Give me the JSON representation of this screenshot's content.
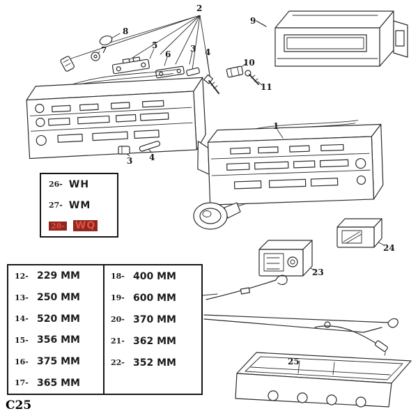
{
  "page": {
    "code": "C25"
  },
  "colors": {
    "line": "#2a2a2a",
    "highlight_bg": "#8f261f",
    "highlight_text": "#e05243"
  },
  "callouts": {
    "c1": "1",
    "c2": "2",
    "c3_top": "3",
    "c3_mid": "3",
    "c4_top": "4",
    "c4_mid": "4",
    "c5": "5",
    "c6": "6",
    "c7": "7",
    "c8": "8",
    "c9": "9",
    "c10": "10",
    "c11": "11",
    "c23": "23",
    "c24": "24",
    "c25": "25"
  },
  "code_table": {
    "rows": [
      {
        "num": "26-",
        "code": "WH"
      },
      {
        "num": "27-",
        "code": "WM"
      },
      {
        "num": "28-",
        "code": "WQ"
      }
    ]
  },
  "measure_table": {
    "left": [
      {
        "num": "12-",
        "value": "229 MM"
      },
      {
        "num": "13-",
        "value": "250 MM"
      },
      {
        "num": "14-",
        "value": "520 MM"
      },
      {
        "num": "15-",
        "value": "356 MM"
      },
      {
        "num": "16-",
        "value": "375 MM"
      },
      {
        "num": "17-",
        "value": "365 MM"
      }
    ],
    "right": [
      {
        "num": "18-",
        "value": "400 MM"
      },
      {
        "num": "19-",
        "value": "600 MM"
      },
      {
        "num": "20-",
        "value": "370 MM"
      },
      {
        "num": "21-",
        "value": "362 MM"
      },
      {
        "num": "22-",
        "value": "352 MM"
      }
    ]
  }
}
